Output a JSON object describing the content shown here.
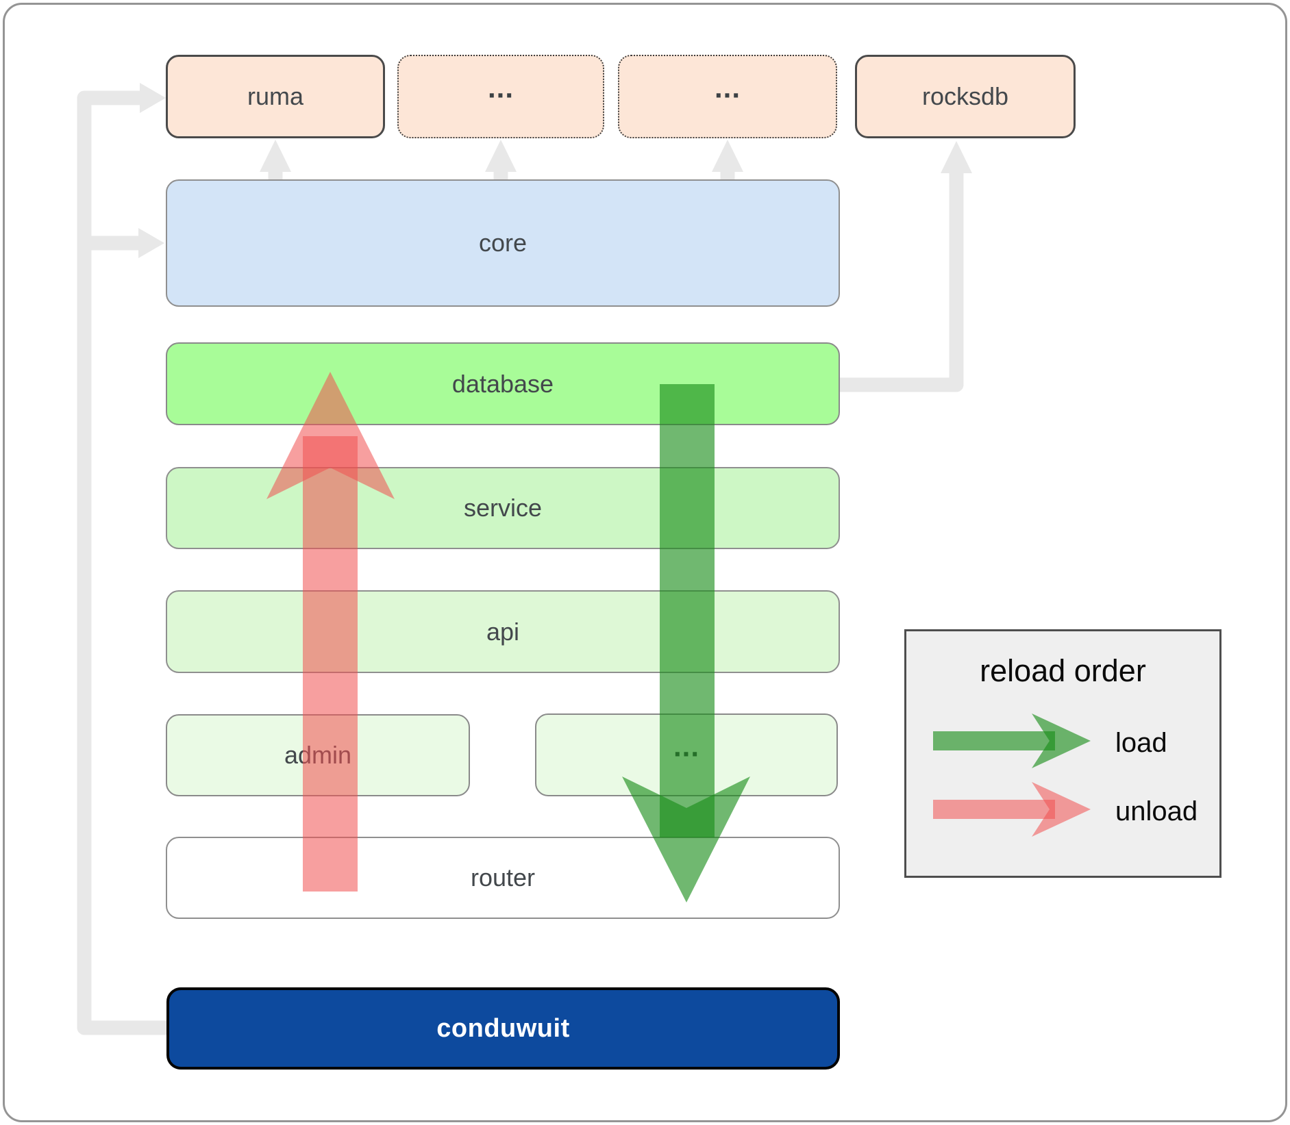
{
  "nodes": {
    "ruma": {
      "label": "ruma"
    },
    "ellipsis_top_1": {
      "label": "..."
    },
    "ellipsis_top_2": {
      "label": "..."
    },
    "rocksdb": {
      "label": "rocksdb"
    },
    "core": {
      "label": "core"
    },
    "database": {
      "label": "database"
    },
    "service": {
      "label": "service"
    },
    "api": {
      "label": "api"
    },
    "admin": {
      "label": "admin"
    },
    "ellipsis_mid": {
      "label": "..."
    },
    "router": {
      "label": "router"
    },
    "conduwuit": {
      "label": "conduwuit"
    }
  },
  "legend": {
    "title": "reload order",
    "items": [
      {
        "label": "load",
        "color": "rgba(25,140,25,0.62)"
      },
      {
        "label": "unload",
        "color": "rgba(240,80,80,0.55)"
      }
    ]
  },
  "colors": {
    "load_arrow": "rgba(25,140,25,0.62)",
    "unload_arrow": "rgba(240,80,80,0.55)",
    "connector": "#e8e8e8",
    "node_peach": "#fde6d7",
    "core_blue": "#d3e4f7",
    "database_green": "#a8fc98",
    "service_green": "#cdf7c5",
    "api_green": "#ddfad8",
    "admin_green": "#eafae5",
    "conduwuit_blue": "#0d4a9e"
  }
}
